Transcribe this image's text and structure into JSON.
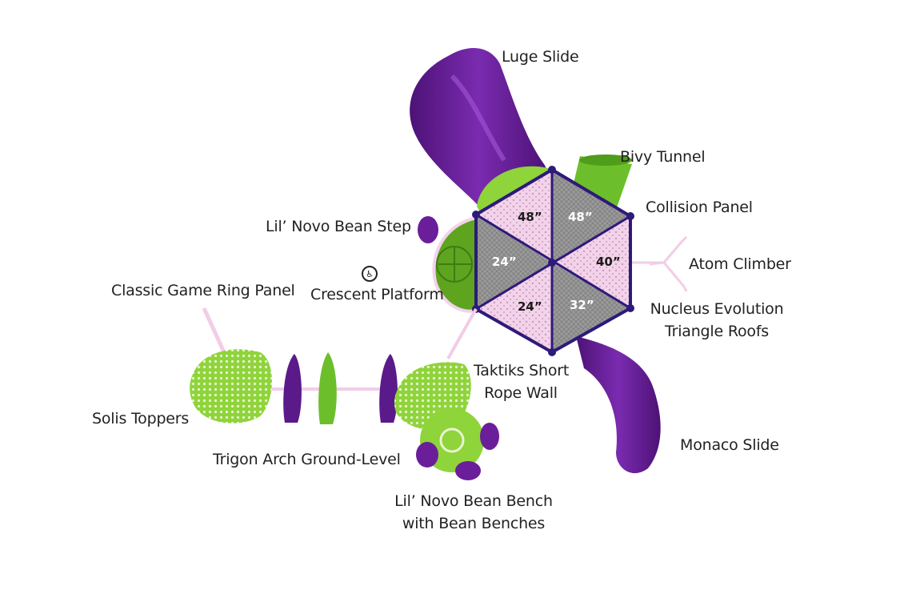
{
  "labels": {
    "luge_slide": "Luge Slide",
    "bivy_tunnel": "Bivy Tunnel",
    "collision_panel": "Collision Panel",
    "lil_novo_bean_step": "Lil’ Novo Bean Step",
    "atom_climber": "Atom Climber",
    "crescent_platform": "Crescent Platform",
    "classic_game_ring_panel": "Classic Game Ring Panel",
    "nucleus_evolution_line1": "Nucleus Evolution",
    "nucleus_evolution_line2": "Triangle Roofs",
    "taktiks_line1": "Taktiks Short",
    "taktiks_line2": "Rope Wall",
    "solis_toppers": "Solis Toppers",
    "monaco_slide": "Monaco Slide",
    "trigon_arch": "Trigon Arch Ground-Level",
    "bean_bench_line1": "Lil’ Novo Bean Bench",
    "bean_bench_line2": "with Bean Benches"
  },
  "heights": {
    "h1": "48”",
    "h2": "48”",
    "h3": "24”",
    "h4": "40”",
    "h5": "24”",
    "h6": "32”"
  },
  "icons": {
    "accessible": "wheelchair-accessible-icon"
  },
  "colors": {
    "purple": "#6a1e9a",
    "purple_dark": "#4d1276",
    "green": "#8fd43a",
    "green_dark": "#5da51e",
    "pink": "#f2cde6",
    "navy": "#2d1a7a",
    "grey_panel": "#8a8a8a"
  }
}
